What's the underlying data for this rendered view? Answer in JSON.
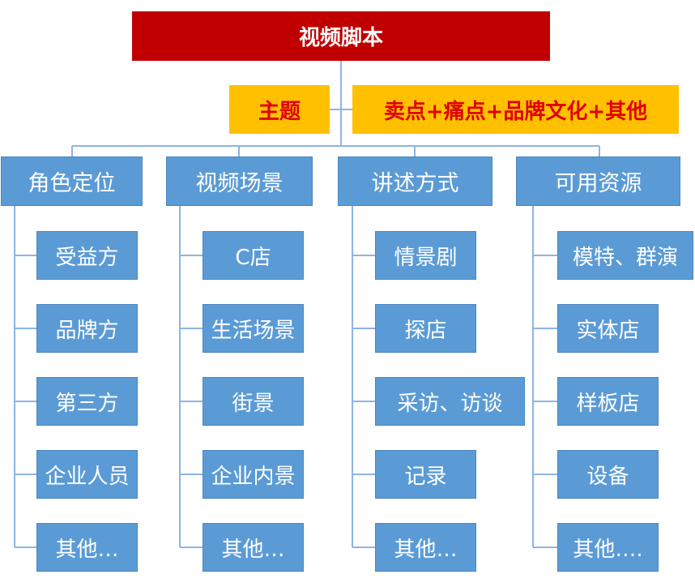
{
  "root": {
    "label": "视频脚本"
  },
  "topic": {
    "label": "主题"
  },
  "selling_points": {
    "label": "卖点+痛点+品牌文化+其他"
  },
  "categories": [
    {
      "label": "角色定位",
      "items": [
        "受益方",
        "品牌方",
        "第三方",
        "企业人员",
        "其他…"
      ]
    },
    {
      "label": "视频场景",
      "items": [
        "C店",
        "生活场景",
        "街景",
        "企业内景",
        "其他…"
      ]
    },
    {
      "label": "讲述方式",
      "items": [
        "情景剧",
        "探店",
        "采访、访谈",
        "记录",
        "其他…"
      ]
    },
    {
      "label": "可用资源",
      "items": [
        "模特、群演",
        "实体店",
        "样板店",
        "设备",
        "其他…."
      ]
    }
  ],
  "colors": {
    "root": "#c00000",
    "highlight": "#ffc000",
    "highlight_text": "#e00000",
    "node": "#5b9bd5",
    "line": "#5b9bd5"
  }
}
